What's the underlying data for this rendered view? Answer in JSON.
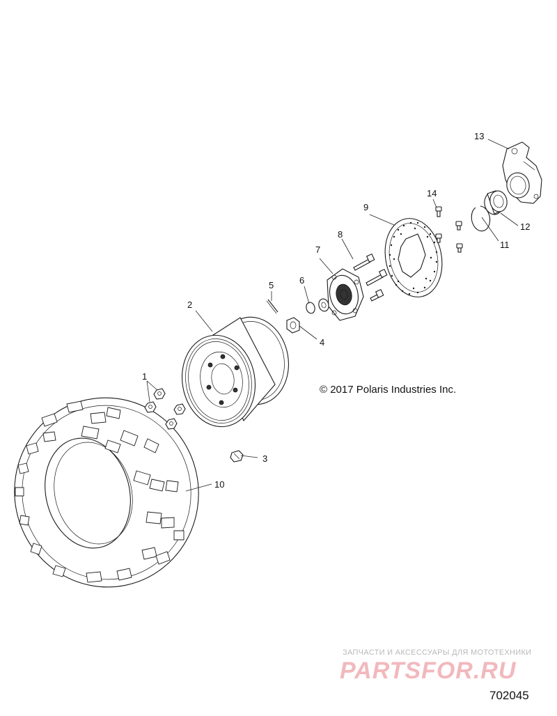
{
  "callouts": [
    {
      "id": "1",
      "part": "lug-nut"
    },
    {
      "id": "2",
      "part": "wheel-rim"
    },
    {
      "id": "3",
      "part": "valve-stem"
    },
    {
      "id": "4",
      "part": "axle-nut"
    },
    {
      "id": "5",
      "part": "cotter-pin"
    },
    {
      "id": "6",
      "part": "washer"
    },
    {
      "id": "7",
      "part": "wheel-hub"
    },
    {
      "id": "8",
      "part": "hub-bolt"
    },
    {
      "id": "9",
      "part": "brake-disc"
    },
    {
      "id": "10",
      "part": "tire"
    },
    {
      "id": "11",
      "part": "retaining-ring"
    },
    {
      "id": "12",
      "part": "bearing"
    },
    {
      "id": "13",
      "part": "steering-knuckle"
    },
    {
      "id": "14",
      "part": "disc-screw"
    }
  ],
  "copyright": "© 2017 Polaris Industries Inc.",
  "watermark": {
    "caption": "ЗАПЧАСТИ И АКСЕССУАРЫ ДЛЯ МОТОТЕХНИКИ",
    "logo": "PARTSFOR.RU",
    "color": "#e8737c"
  },
  "figure_number": "702045"
}
